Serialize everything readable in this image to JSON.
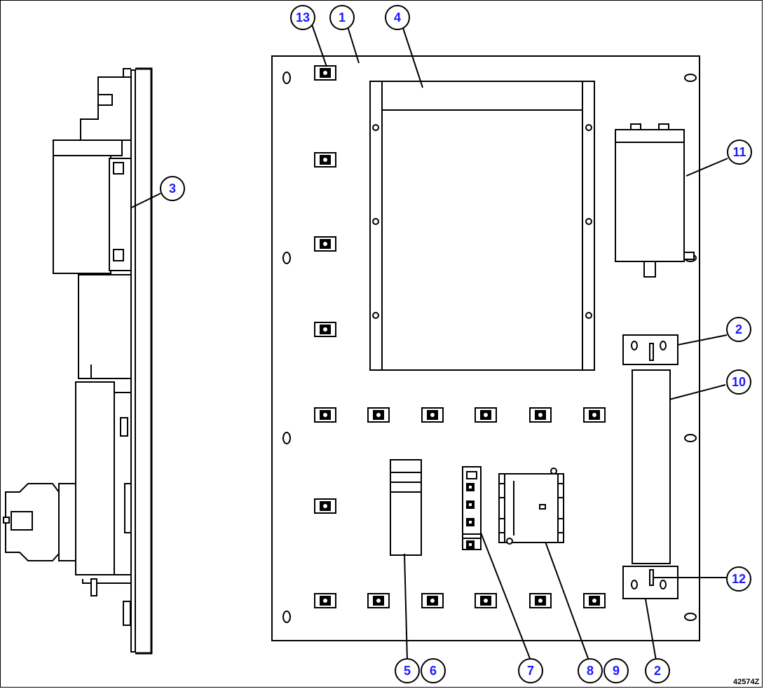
{
  "figure_id": "42574Z",
  "callouts": {
    "c13": "13",
    "c1": "1",
    "c4": "4",
    "c3": "3",
    "c11": "11",
    "c2_upper": "2",
    "c10": "10",
    "c12": "12",
    "c5": "5",
    "c6": "6",
    "c7": "7",
    "c8": "8",
    "c9": "9",
    "c2_lower": "2"
  },
  "colors": {
    "callout_text": "#1a1aff",
    "line": "#000000",
    "fill": "#ffffff"
  }
}
